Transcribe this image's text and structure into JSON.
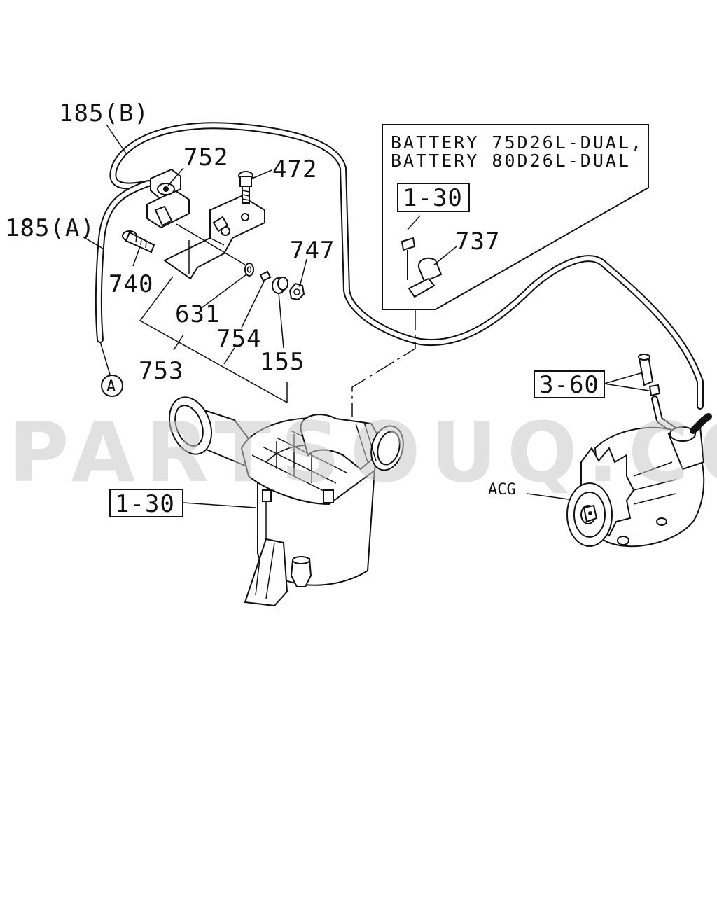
{
  "labels": {
    "hose_b": "185(B)",
    "hose_a": "185(A)",
    "p752": "752",
    "p472": "472",
    "p740": "740",
    "p747": "747",
    "p631": "631",
    "p754": "754",
    "p753": "753",
    "p155": "155",
    "p737": "737",
    "ref_1_30_top": "1-30",
    "ref_1_30_bottom": "1-30",
    "ref_3_60": "3-60",
    "acg": "ACG",
    "circle_a": "A"
  },
  "note": {
    "line1": "BATTERY 75D26L-DUAL,",
    "line2": "BATTERY 80D26L-DUAL"
  },
  "watermark": "PARTSOUQ.COM"
}
